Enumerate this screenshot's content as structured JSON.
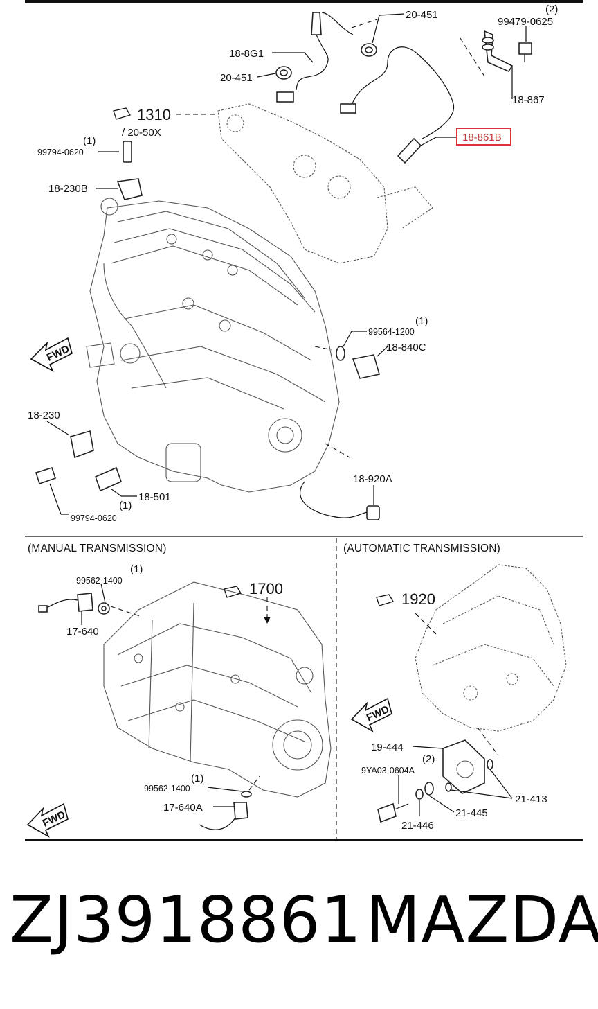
{
  "engine": {
    "labels": {
      "ref_20_451_top": "20-451",
      "ref_99479_0625_qty": "(2)",
      "ref_99479_0625": "99479-0625",
      "ref_18_8g1": "18-8G1",
      "ref_20_451_mid": "20-451",
      "ref_18_867": "18-867",
      "ref_1310": "1310",
      "ref_20_50x": "/ 20-50X",
      "ref_18_861b": "18-861B",
      "ref_99794_0620_qty_top": "(1)",
      "ref_99794_0620_top": "99794-0620",
      "ref_18_230b": "18-230B",
      "ref_99564_1200_qty": "(1)",
      "ref_99564_1200": "99564-1200",
      "ref_18_840c": "18-840C",
      "ref_18_230": "18-230",
      "ref_18_920a": "18-920A",
      "ref_18_501_qty": "(1)",
      "ref_18_501": "18-501",
      "ref_99794_0620_bottom": "99794-0620",
      "fwd": "FWD"
    },
    "highlight_color": "#e0303a"
  },
  "manual": {
    "title": "(MANUAL TRANSMISSION)",
    "labels": {
      "ref_99562_1400_qty_top": "(1)",
      "ref_99562_1400_top": "99562-1400",
      "ref_17_640": "17-640",
      "ref_1700": "1700",
      "ref_99562_1400_qty_bottom": "(1)",
      "ref_99562_1400_bottom": "99562-1400",
      "ref_17_640a": "17-640A",
      "fwd": "FWD"
    }
  },
  "automatic": {
    "title": "(AUTOMATIC TRANSMISSION)",
    "labels": {
      "ref_1920": "1920",
      "ref_19_444": "19-444",
      "ref_9ya03_qty": "(2)",
      "ref_9ya03_0604a": "9YA03-0604A",
      "ref_21_413": "21-413",
      "ref_21_445": "21-445",
      "ref_21_446": "21-446",
      "fwd": "FWD"
    }
  },
  "footer": {
    "part_number": "ZJ3918861",
    "brand": "MAZDA"
  }
}
